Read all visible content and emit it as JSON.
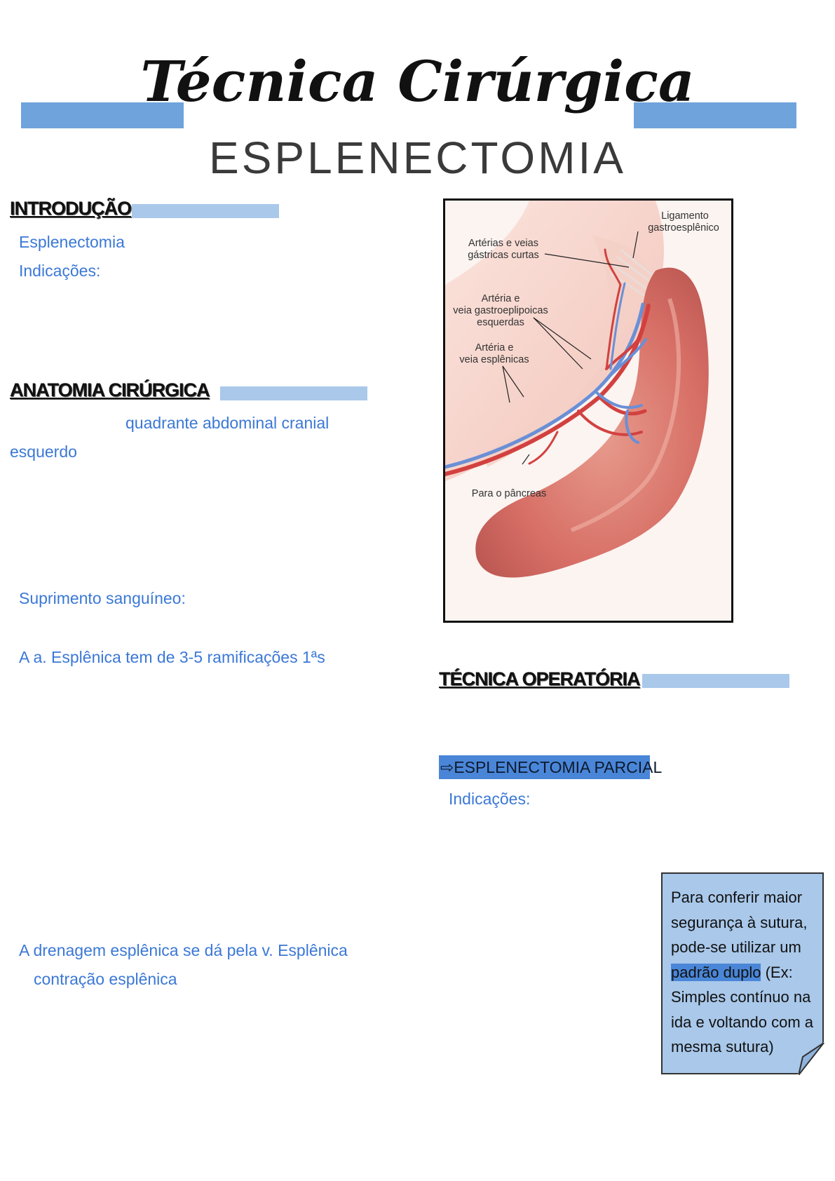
{
  "header": {
    "title": "Técnica Cirúrgica",
    "subtitle": "ESPLENECTOMIA"
  },
  "sections": {
    "intro": {
      "heading": "INTRODUÇÃO",
      "line1": "Esplenectomia",
      "line2": "Indicações:"
    },
    "anatomy": {
      "heading": "ANATOMIA CIRÚRGICA",
      "line1": "quadrante abdominal cranial",
      "line2": "esquerdo",
      "blood_supply": "Suprimento sanguíneo:",
      "artery": "A a. Esplênica tem de 3-5 ramificações 1ªs",
      "drainage1": "A drenagem esplênica se dá pela v. Esplênica",
      "drainage2": "contração esplênica"
    },
    "technique": {
      "heading": "TÉCNICA OPERATÓRIA",
      "partial": "⇨ESPLENECTOMIA PARCIAL",
      "indications": "Indicações:"
    }
  },
  "figure": {
    "labels": {
      "ligament": [
        "Ligamento",
        "gastroesplênico"
      ],
      "short_gastric": [
        "Artérias e veias",
        "gástricas curtas"
      ],
      "gastroepiploic": [
        "Artéria e",
        "veia gastroeplipoicas",
        "esquerdas"
      ],
      "splenic": [
        "Artéria e",
        "veia esplênicas"
      ],
      "pancreas": "Para o pâncreas"
    }
  },
  "note": {
    "before": "Para conferir maior segurança à sutura, pode-se utilizar um ",
    "highlight": "padrão duplo",
    "after": " (Ex: Simples contínuo na ida e voltando com a mesma sutura)"
  },
  "colors": {
    "accent_bar": "#6fa3dc",
    "heading_bar": "#a9c8ea",
    "text_blue": "#3b78d6",
    "highlight": "#4a86d8"
  }
}
